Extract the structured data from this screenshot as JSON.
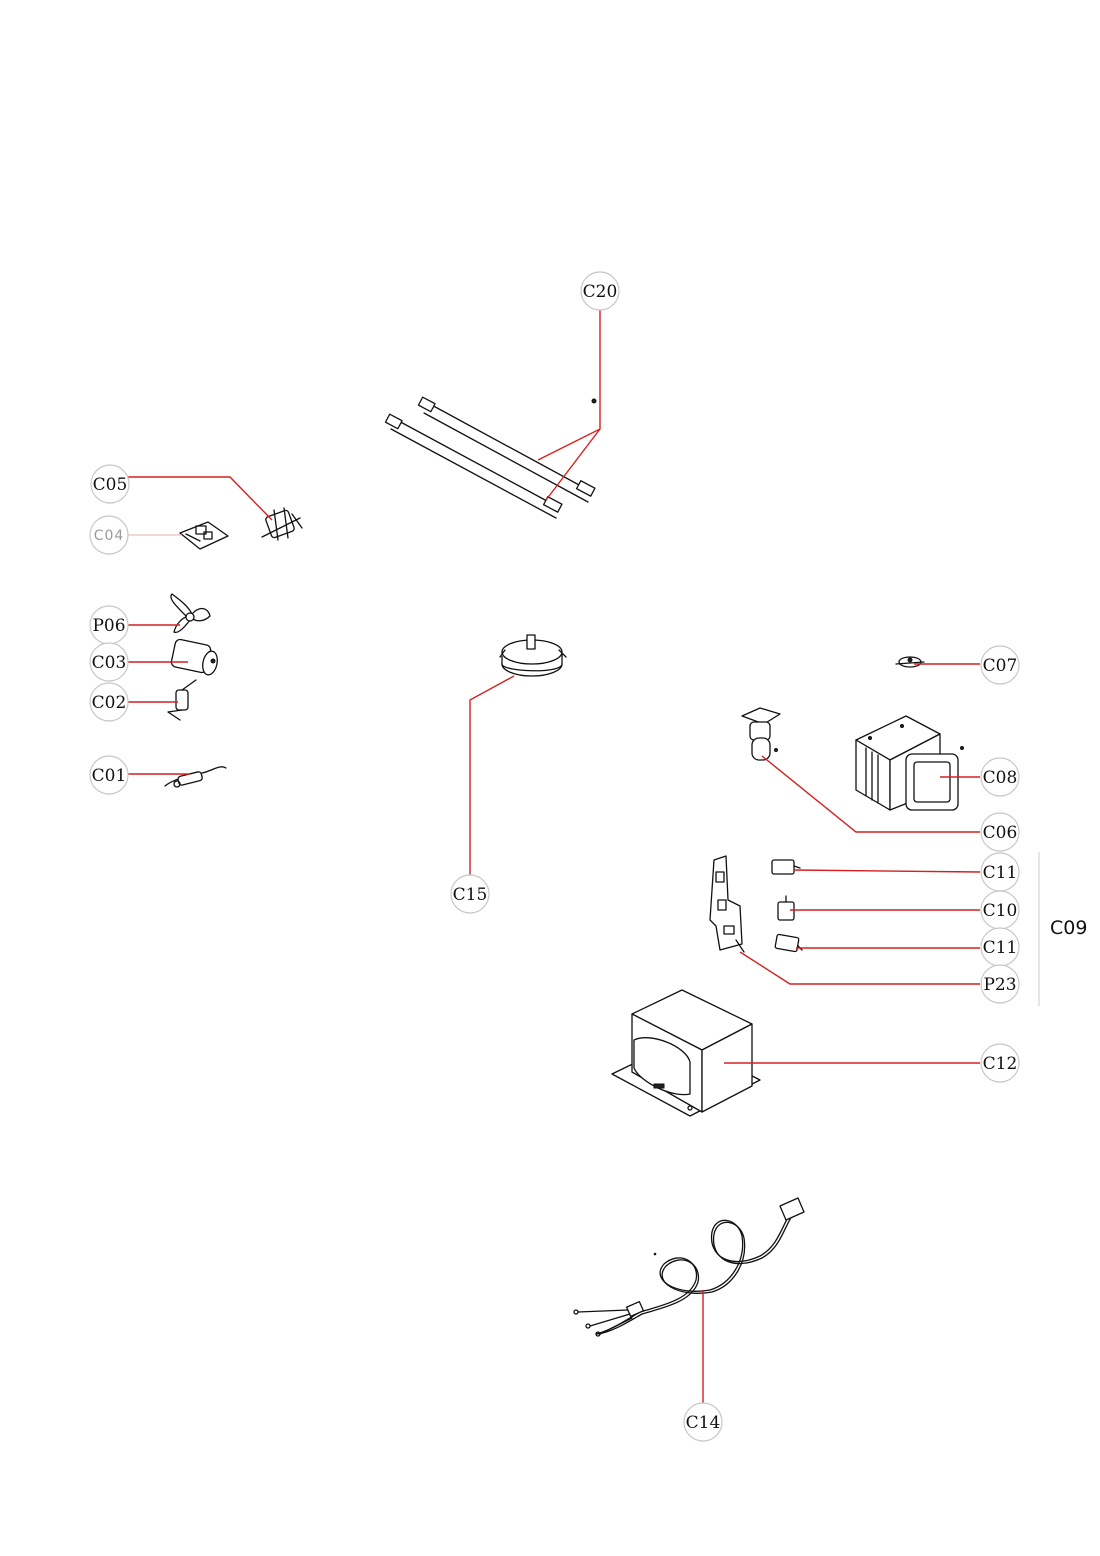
{
  "callouts": {
    "c20": "C20",
    "c05": "C05",
    "c04": "C04",
    "p06": "P06",
    "c03": "C03",
    "c02": "C02",
    "c01": "C01",
    "c15": "C15",
    "c07": "C07",
    "c08": "C08",
    "c06": "C06",
    "c11_top": "C11",
    "c10": "C10",
    "c11_bottom": "C11",
    "p23": "P23",
    "c12": "C12",
    "c14": "C14"
  },
  "group": {
    "c09": "C09"
  },
  "colors": {
    "leader": "#d42020",
    "circle_stroke": "#c8c8c8",
    "part_line": "#111111"
  }
}
